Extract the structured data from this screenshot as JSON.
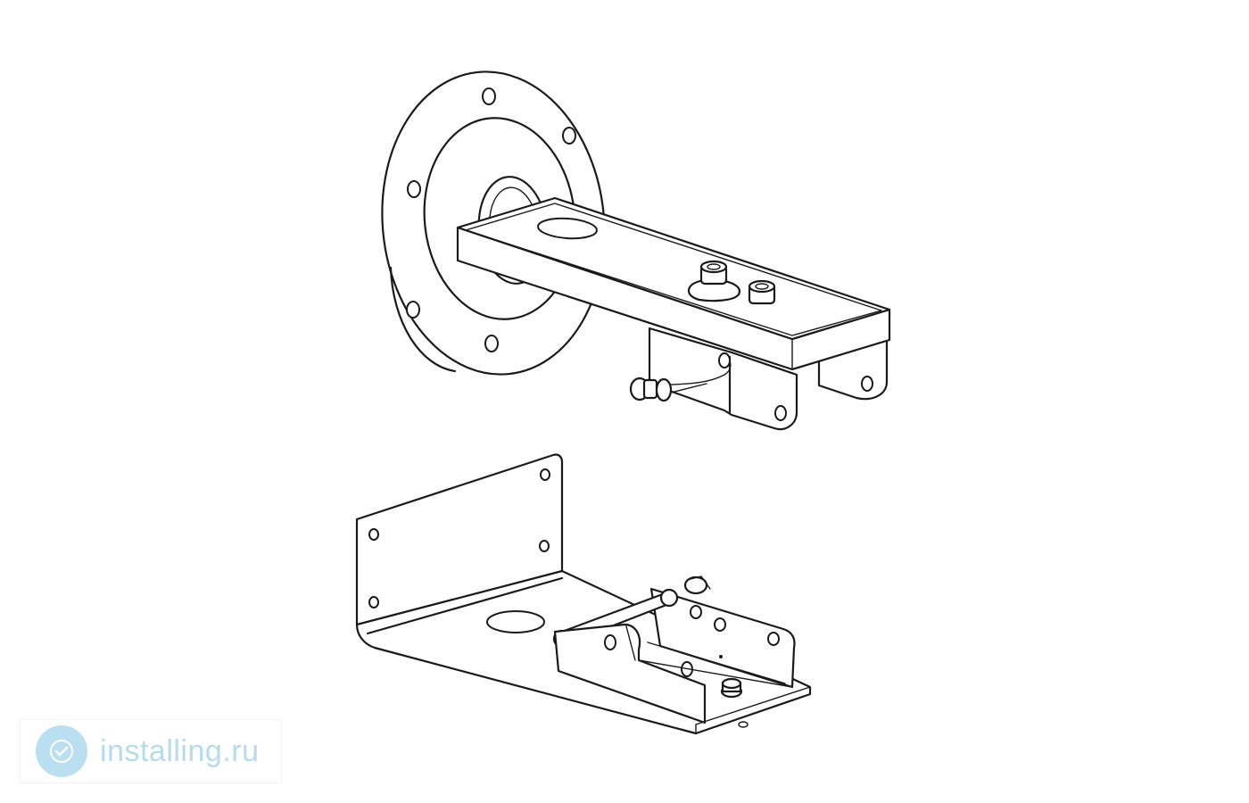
{
  "watermark": {
    "text": "installing.ru",
    "logo_icon": "installing-logo-icon",
    "color": "#b6dbee",
    "logo_color": "#b9dff0"
  },
  "illustration": {
    "parts": [
      "wall-mount-bracket-top",
      "u-bracket-base-bottom"
    ],
    "line_color": "#1a1a1a",
    "background": "#ffffff"
  }
}
